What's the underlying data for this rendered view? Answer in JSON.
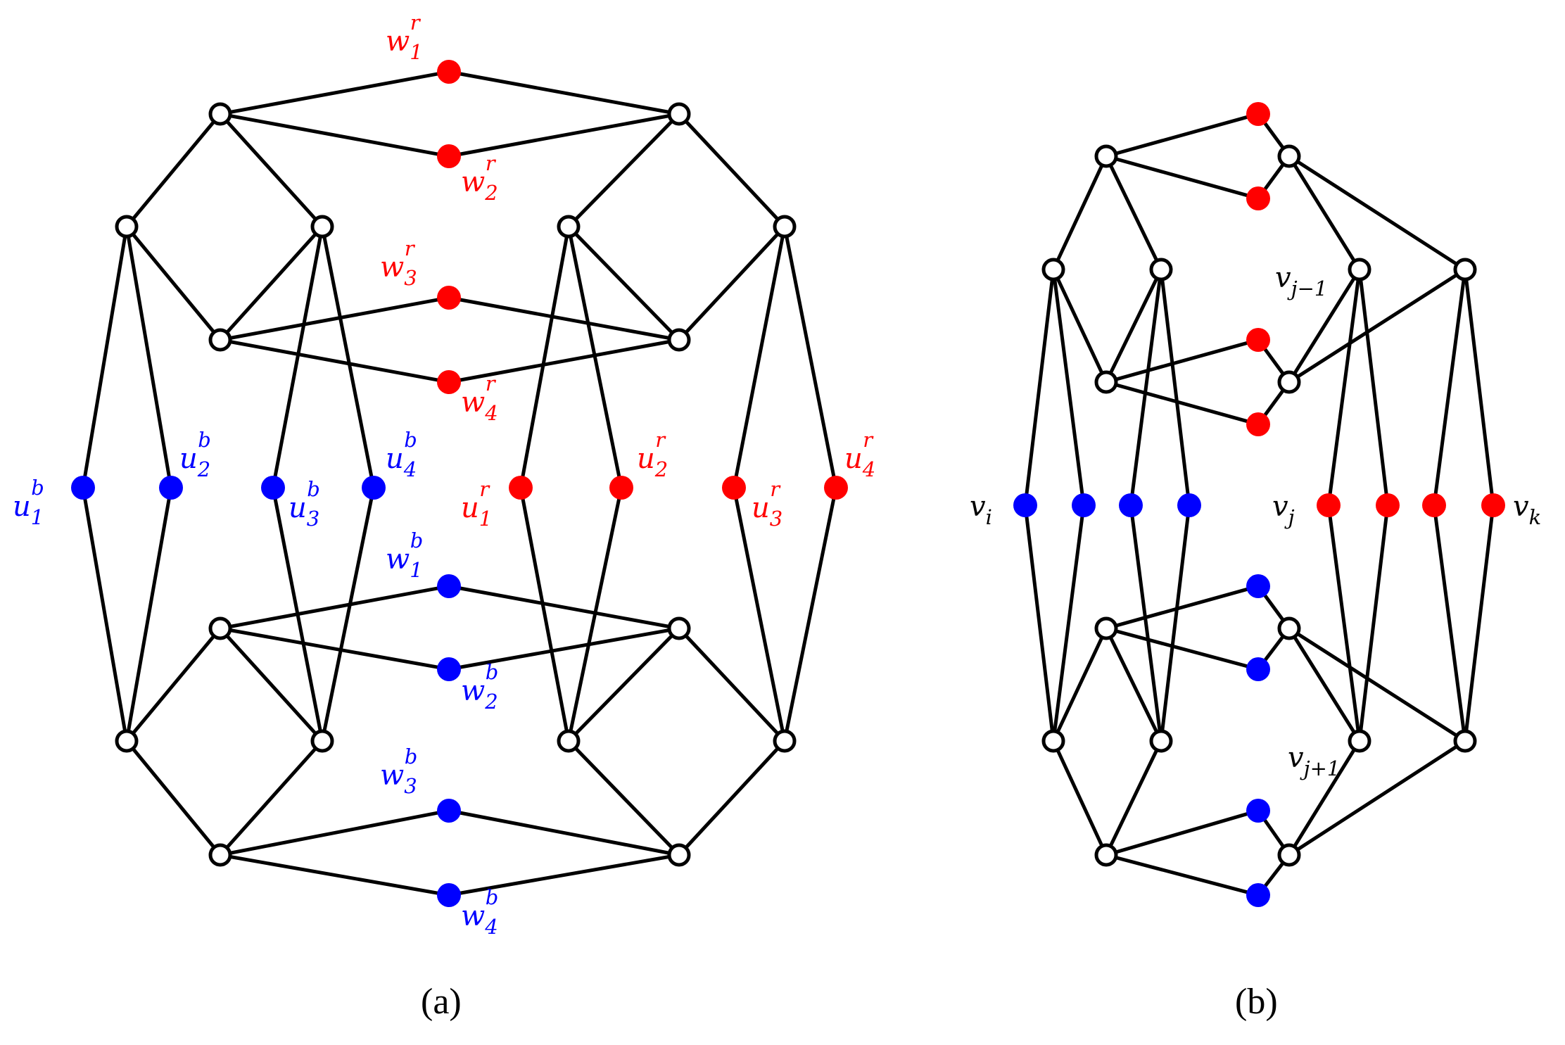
{
  "colors": {
    "red": "#ff0000",
    "blue": "#0000ff",
    "black": "#000000",
    "hollow": "#ffffff"
  },
  "panel_a": {
    "caption": "(a)",
    "labels": {
      "w1r": {
        "base": "w",
        "sub": "1",
        "sup": "r"
      },
      "w2r": {
        "base": "w",
        "sub": "2",
        "sup": "r"
      },
      "w3r": {
        "base": "w",
        "sub": "3",
        "sup": "r"
      },
      "w4r": {
        "base": "w",
        "sub": "4",
        "sup": "r"
      },
      "u1b": {
        "base": "u",
        "sub": "1",
        "sup": "b"
      },
      "u2b": {
        "base": "u",
        "sub": "2",
        "sup": "b"
      },
      "u3b": {
        "base": "u",
        "sub": "3",
        "sup": "b"
      },
      "u4b": {
        "base": "u",
        "sub": "4",
        "sup": "b"
      },
      "u1r": {
        "base": "u",
        "sub": "1",
        "sup": "r"
      },
      "u2r": {
        "base": "u",
        "sub": "2",
        "sup": "r"
      },
      "u3r": {
        "base": "u",
        "sub": "3",
        "sup": "r"
      },
      "u4r": {
        "base": "u",
        "sub": "4",
        "sup": "r"
      },
      "w1b": {
        "base": "w",
        "sub": "1",
        "sup": "b"
      },
      "w2b": {
        "base": "w",
        "sub": "2",
        "sup": "b"
      },
      "w3b": {
        "base": "w",
        "sub": "3",
        "sup": "b"
      },
      "w4b": {
        "base": "w",
        "sub": "4",
        "sup": "b"
      }
    }
  },
  "panel_b": {
    "caption": "(b)",
    "labels": {
      "vi": {
        "base": "v",
        "sub": "i"
      },
      "vj": {
        "base": "v",
        "sub": "j"
      },
      "vk": {
        "base": "v",
        "sub": "k"
      },
      "vjm": {
        "base": "v",
        "sub": "j−1"
      },
      "vjp": {
        "base": "v",
        "sub": "j+1"
      }
    }
  }
}
